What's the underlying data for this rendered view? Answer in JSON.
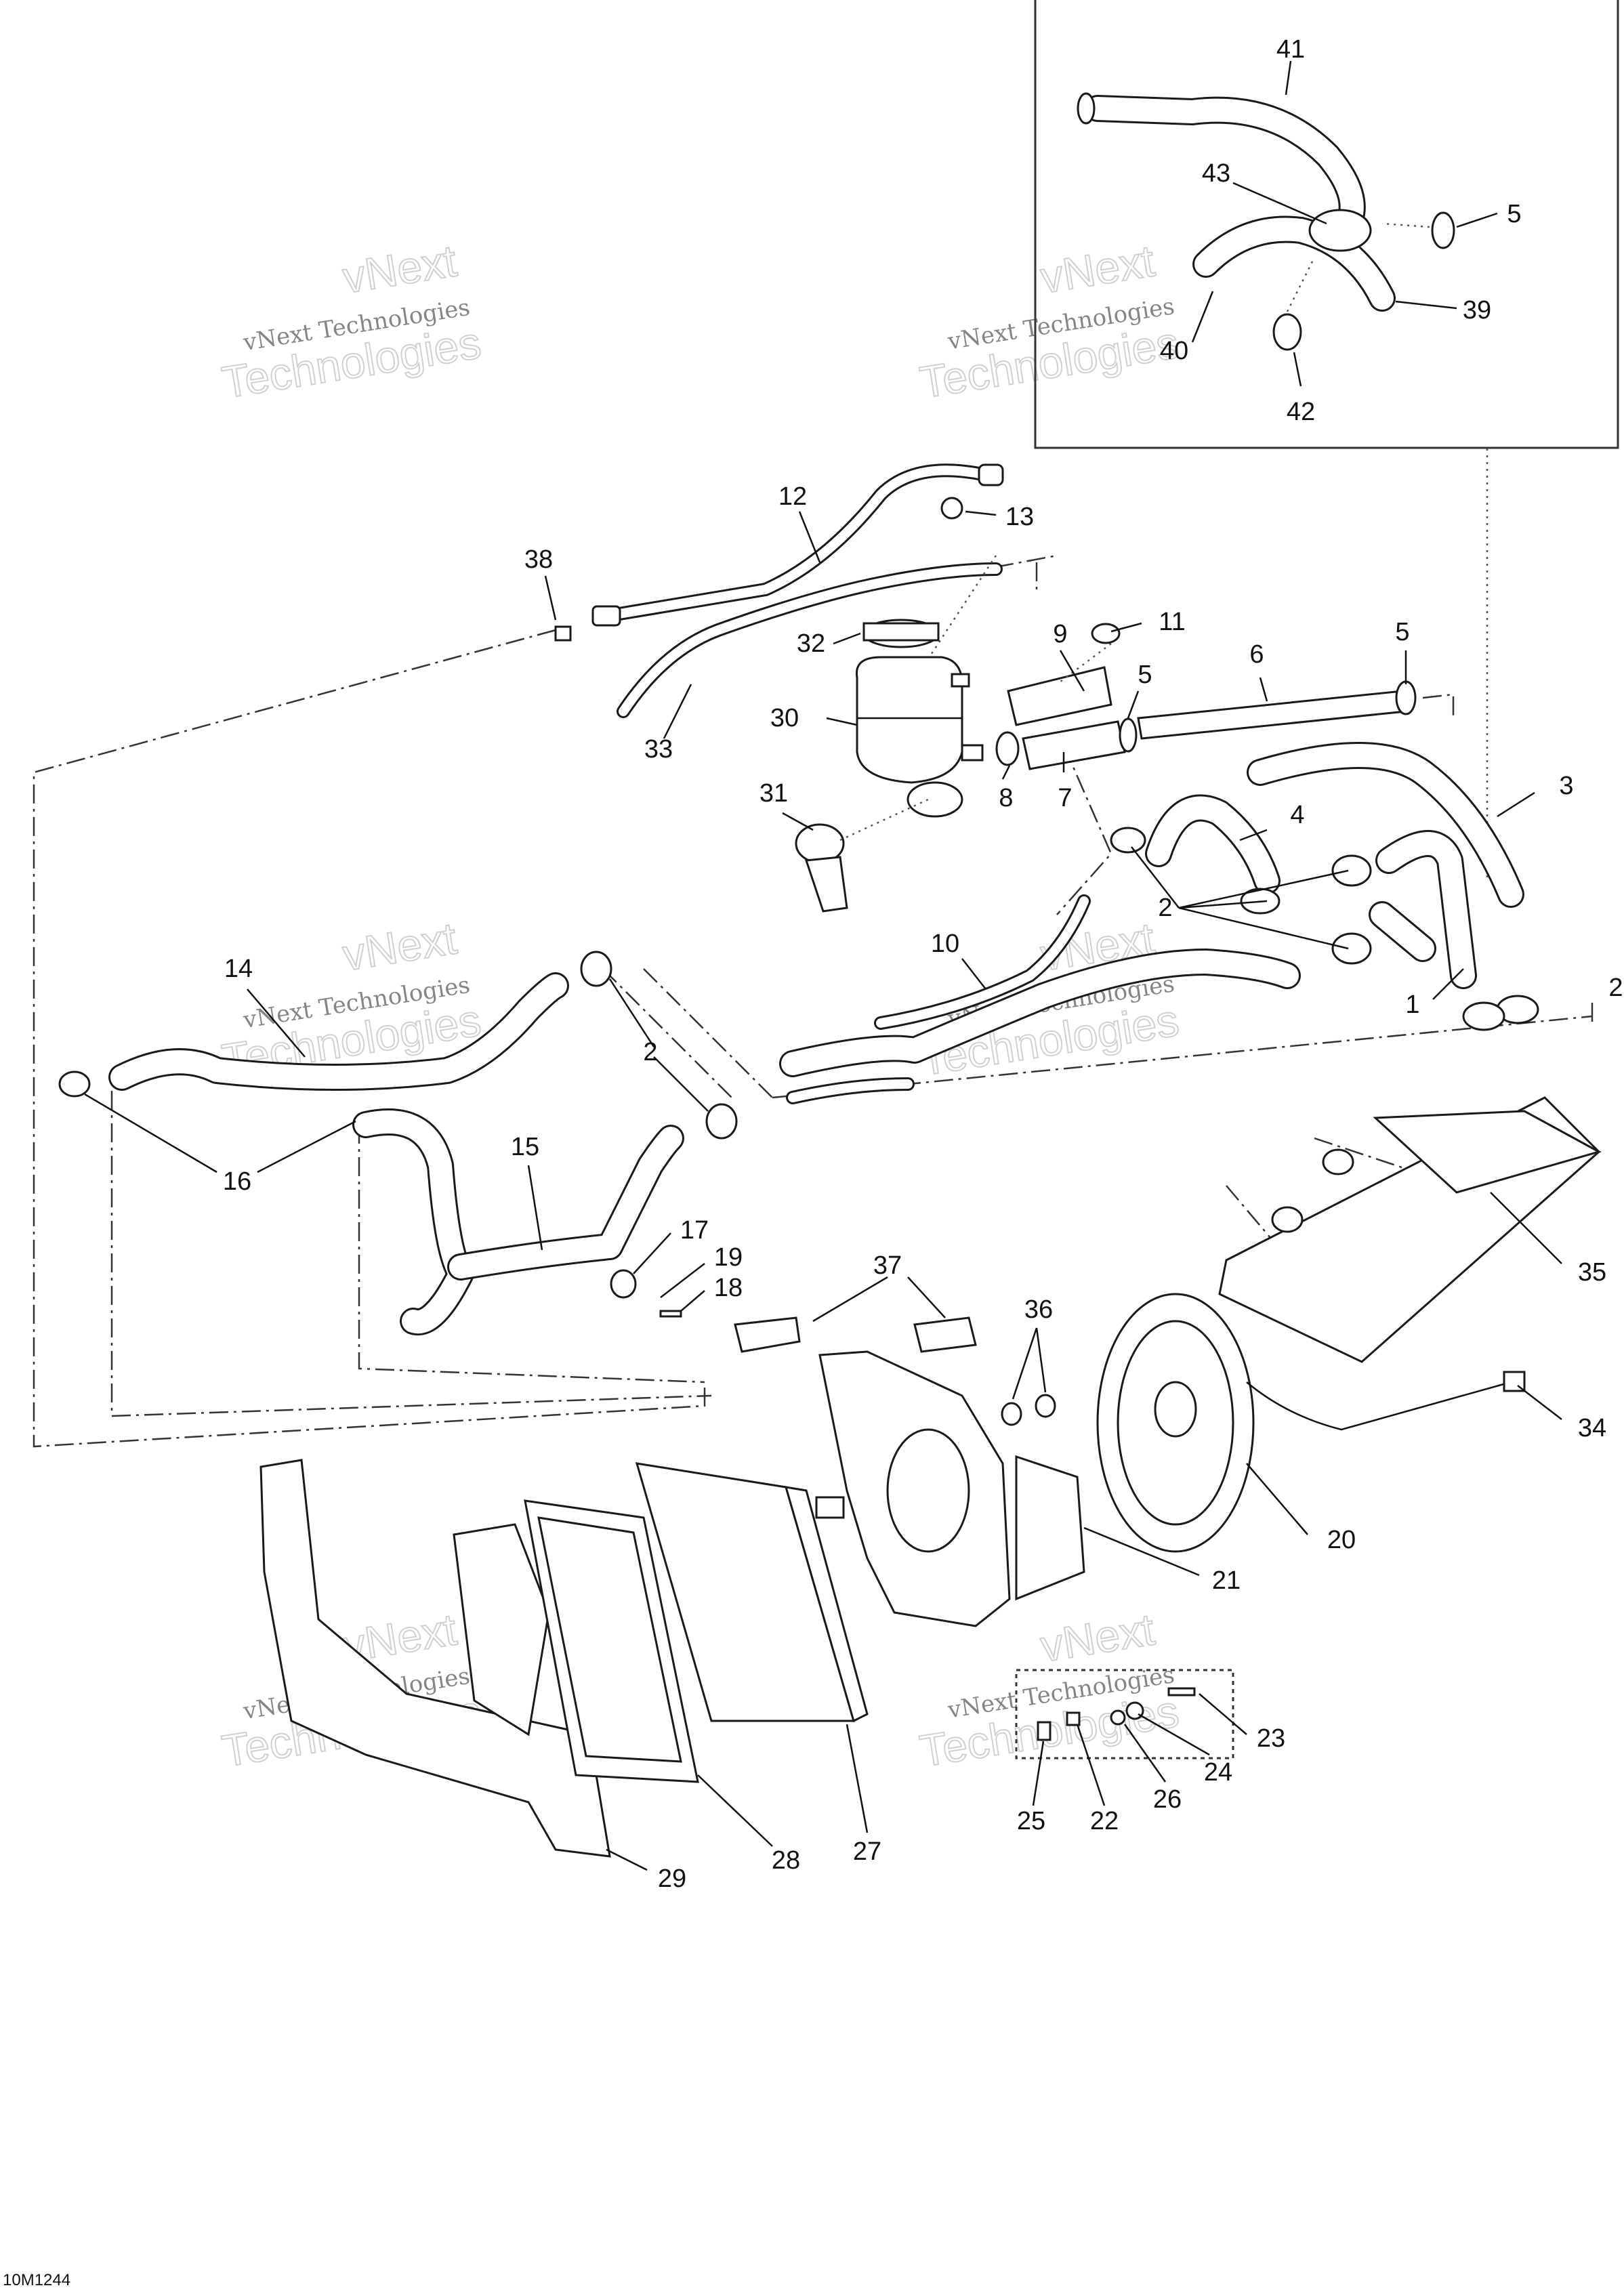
{
  "diagram_id": "10M1244",
  "watermark": {
    "line1": "vNext Technologies",
    "outline_line1": "vNext",
    "outline_line2": "Technologies"
  },
  "callouts": {
    "c1": "1",
    "c2": "2",
    "c3": "3",
    "c4": "4",
    "c5": "5",
    "c6": "6",
    "c7": "7",
    "c8": "8",
    "c9": "9",
    "c10": "10",
    "c11": "11",
    "c12": "12",
    "c13": "13",
    "c14": "14",
    "c15": "15",
    "c16": "16",
    "c17": "17",
    "c18": "18",
    "c19": "19",
    "c20": "20",
    "c21": "21",
    "c22": "22",
    "c23": "23",
    "c24": "24",
    "c25": "25",
    "c26": "26",
    "c27": "27",
    "c28": "28",
    "c29": "29",
    "c30": "30",
    "c31": "31",
    "c32": "32",
    "c33": "33",
    "c34": "34",
    "c35": "35",
    "c36": "36",
    "c37": "37",
    "c38": "38",
    "c39": "39",
    "c40": "40",
    "c41": "41",
    "c42": "42",
    "c43": "43"
  }
}
